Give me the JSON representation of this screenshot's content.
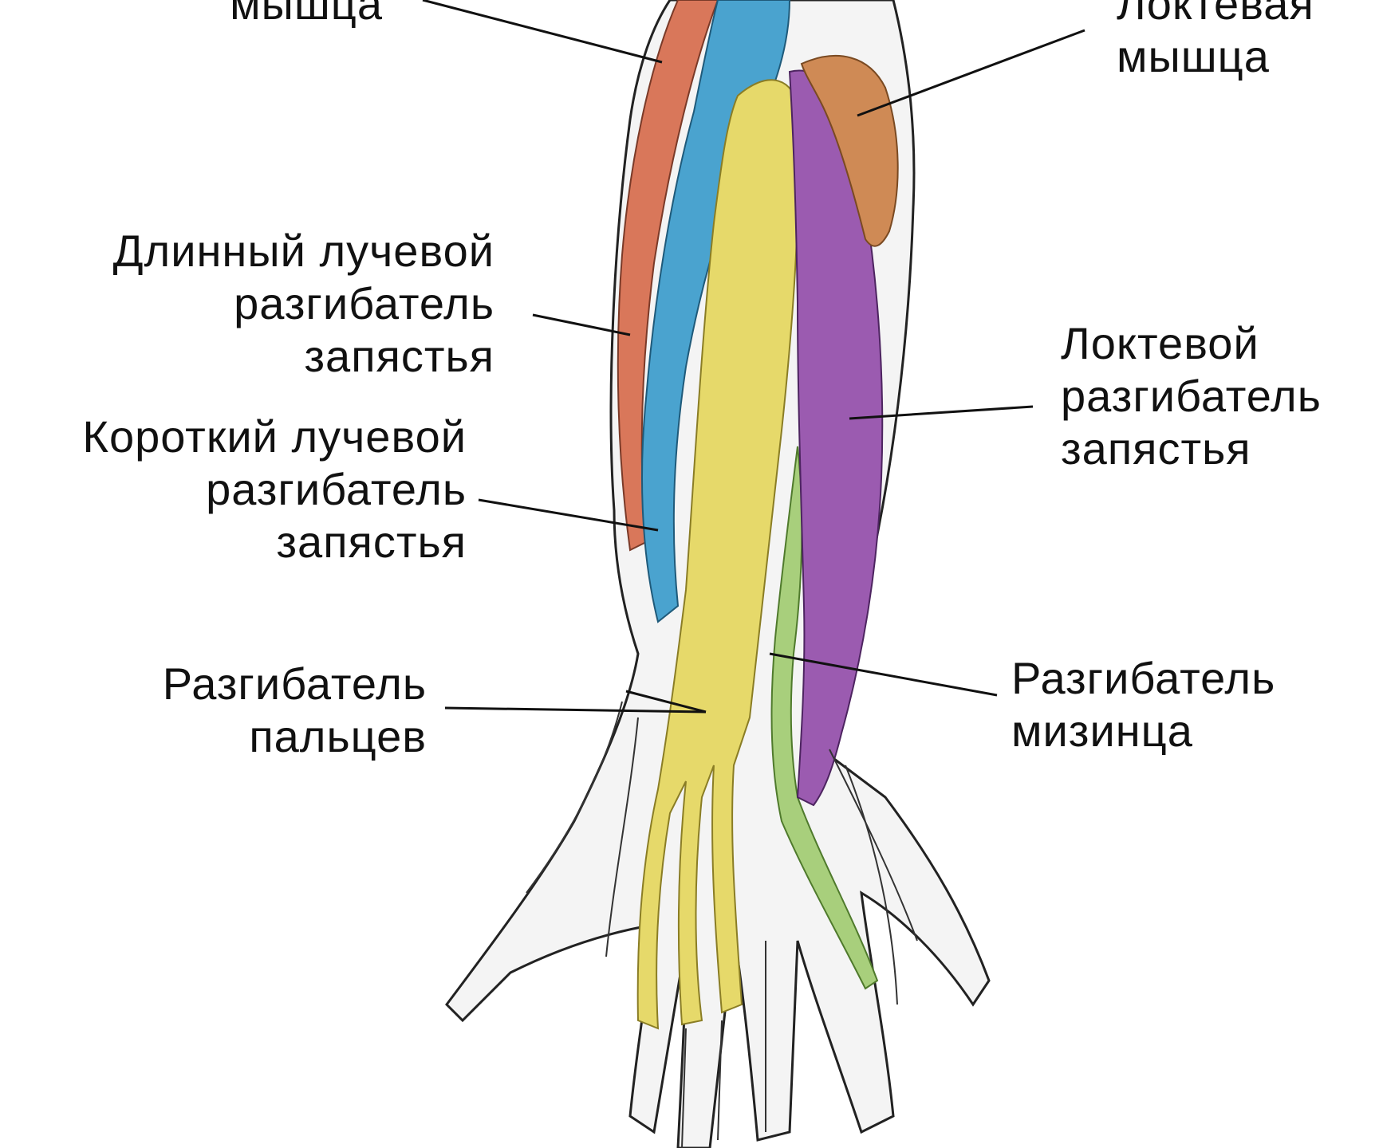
{
  "labels": {
    "top_left": {
      "line1": "мышца"
    },
    "top_right": {
      "line1": "Локтевая",
      "line2": "мышца"
    },
    "ecrl": {
      "line1": "Длинный лучевой",
      "line2": "разгибатель",
      "line3": "запястья"
    },
    "ecrb": {
      "line1": "Короткий лучевой",
      "line2": "разгибатель",
      "line3": "запястья"
    },
    "edc": {
      "line1": "Разгибатель",
      "line2": "пальцев"
    },
    "ecu": {
      "line1": "Локтевой",
      "line2": "разгибатель",
      "line3": "запястья"
    },
    "edm": {
      "line1": "Разгибатель",
      "line2": "мизинца"
    }
  },
  "colors": {
    "brachioradialis": "#d9775a",
    "ecrl_ecrb": "#4aa3cf",
    "edc": "#e6d96a",
    "ecu": "#9b5bb0",
    "edm": "#a8cf7c",
    "anconeus": "#cf8a55",
    "bone": "#f2f2f2",
    "outline": "#222222"
  }
}
